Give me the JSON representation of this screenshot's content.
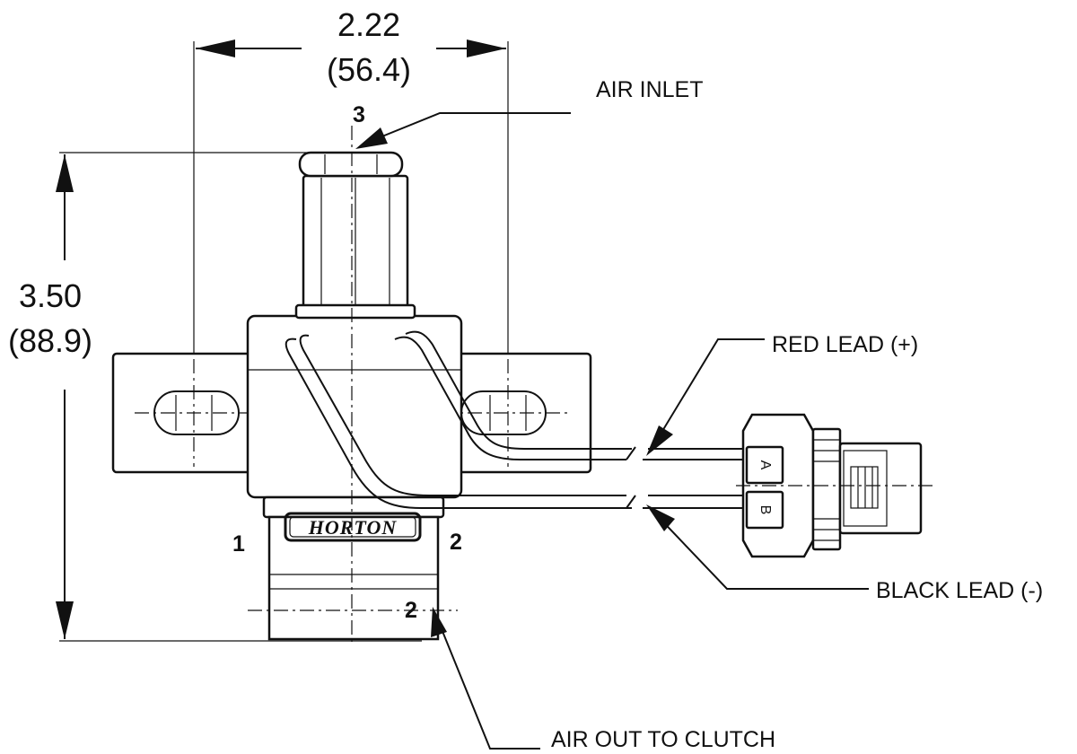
{
  "dimensions": {
    "width_in": "2.22",
    "width_mm": "(56.4)",
    "height_in": "3.50",
    "height_mm": "(88.9)"
  },
  "callouts": {
    "air_inlet": "AIR INLET",
    "red_lead": "RED LEAD (+)",
    "black_lead": "BLACK LEAD (-)",
    "air_out": "AIR OUT TO CLUTCH"
  },
  "ports": {
    "port_3": "3",
    "port_1": "1",
    "port_2_side": "2",
    "port_2_bottom": "2"
  },
  "brand": "HORTON",
  "connector": {
    "pin_a": "A",
    "pin_b": "B"
  }
}
